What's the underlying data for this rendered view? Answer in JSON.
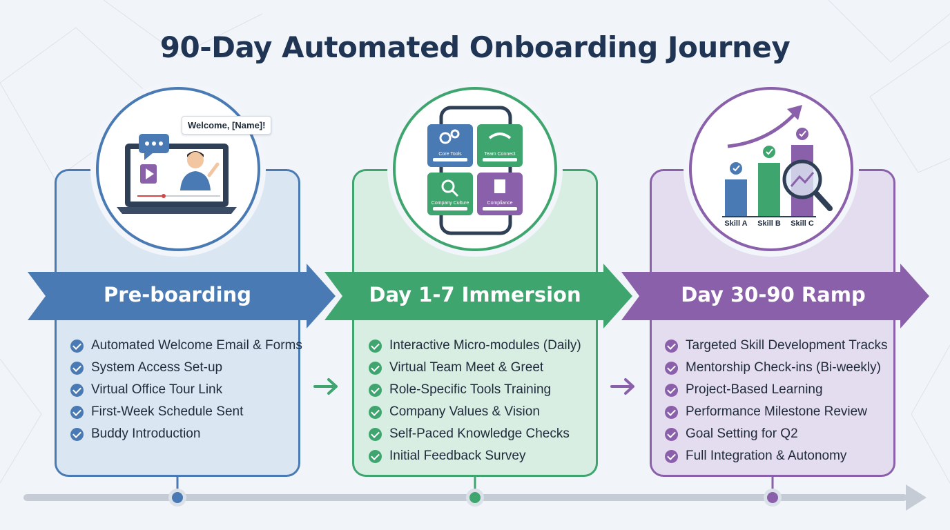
{
  "title": "90-Day Automated Onboarding Journey",
  "colors": {
    "blue": "#4a7ab3",
    "green": "#3fa56e",
    "purple": "#8a60aa",
    "timeline": "#c5ccd6"
  },
  "phases": [
    {
      "label": "Pre-boarding",
      "illustration": {
        "icon": "laptop-video-welcome-icon",
        "speech_bubble": "Welcome, [Name]!"
      },
      "items": [
        "Automated Welcome Email & Forms",
        "System Access Set-up",
        "Virtual Office Tour Link",
        "First-Week Schedule Sent",
        "Buddy Introduction"
      ]
    },
    {
      "label": "Day 1-7 Immersion",
      "illustration": {
        "icon": "phone-app-modules-icon",
        "tiles": [
          "Core Tools",
          "Team Connect",
          "Company Culture",
          "Compliance"
        ]
      },
      "items": [
        "Interactive Micro-modules (Daily)",
        "Virtual Team Meet & Greet",
        "Role-Specific Tools Training",
        "Company Values & Vision",
        "Self-Paced Knowledge Checks",
        "Initial Feedback Survey"
      ]
    },
    {
      "label": "Day 30-90 Ramp",
      "illustration": {
        "icon": "skill-growth-chart-icon",
        "bars": [
          "Skill A",
          "Skill B",
          "Skill C"
        ]
      },
      "items": [
        "Targeted Skill Development Tracks",
        "Mentorship Check-ins (Bi-weekly)",
        "Project-Based Learning",
        "Performance Milestone Review",
        "Goal Setting for Q2",
        "Full Integration & Autonomy"
      ]
    }
  ]
}
